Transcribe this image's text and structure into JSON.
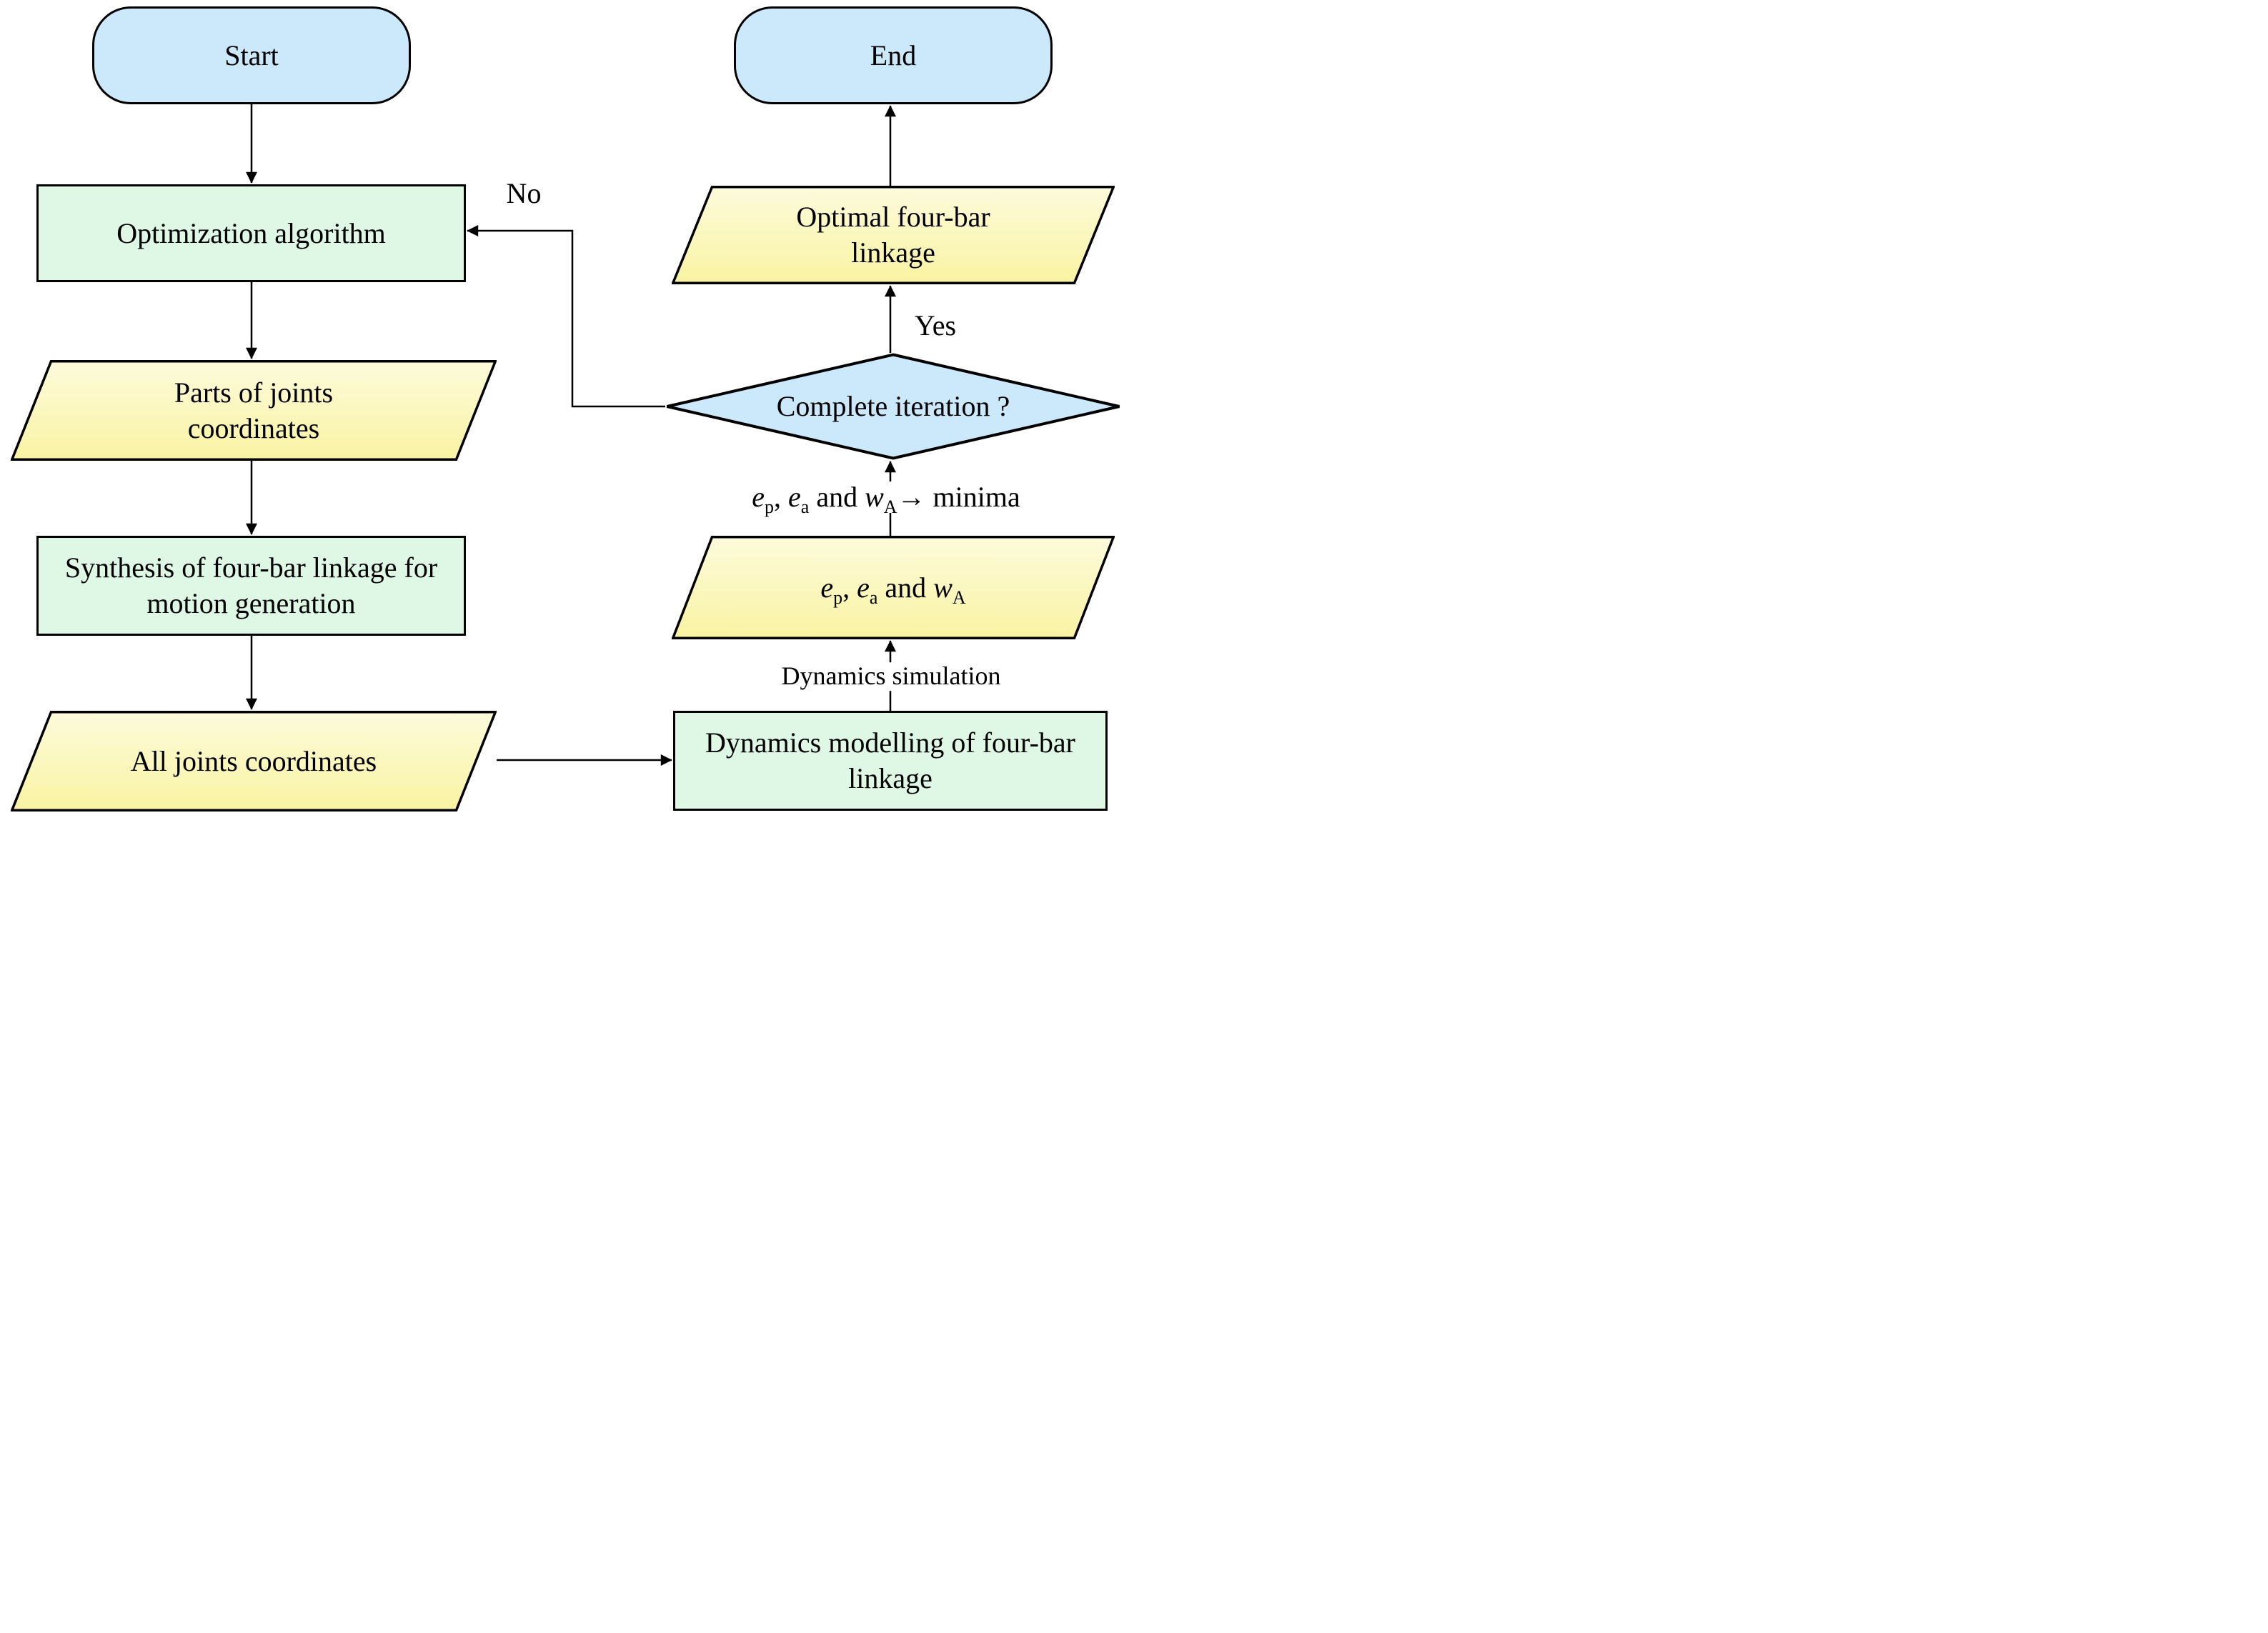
{
  "flowchart": {
    "nodes": {
      "start": {
        "label": "Start"
      },
      "optimization": {
        "label": "Optimization algorithm"
      },
      "parts_coordinates": {
        "line1": "Parts of joints",
        "line2": "coordinates"
      },
      "synthesis": {
        "line1": "Synthesis of four-bar linkage for",
        "line2": "motion generation"
      },
      "all_joints": {
        "label": "All joints coordinates"
      },
      "dynamics_modelling": {
        "line1": "Dynamics modelling of four-bar",
        "line2": "linkage"
      },
      "metrics": {
        "e1": "e",
        "sub1": "p",
        "comma": ", ",
        "e2": "e",
        "sub2": "a",
        "and": " and ",
        "w": "w",
        "sub3": "A"
      },
      "decision": {
        "label": "Complete iteration ?"
      },
      "optimal": {
        "line1": "Optimal four-bar",
        "line2": "linkage"
      },
      "end": {
        "label": "End"
      }
    },
    "edges": {
      "no": {
        "label": "No"
      },
      "yes": {
        "label": "Yes"
      },
      "dynamics_simulation": {
        "label": "Dynamics simulation"
      },
      "minima": {
        "e1": "e",
        "sub1": "p",
        "comma": ", ",
        "e2": "e",
        "sub2": "a",
        "and": " and ",
        "w": "w",
        "sub3": "A",
        "arrow": "→ minima"
      }
    },
    "colors": {
      "terminator_fill": "#cbe9fb",
      "decision_fill": "#cbe9fb",
      "process_fill": "#dff8e5",
      "io_fill_top": "#fdfbdc",
      "io_fill_bottom": "#f9f3a2",
      "stroke": "#000000"
    }
  }
}
